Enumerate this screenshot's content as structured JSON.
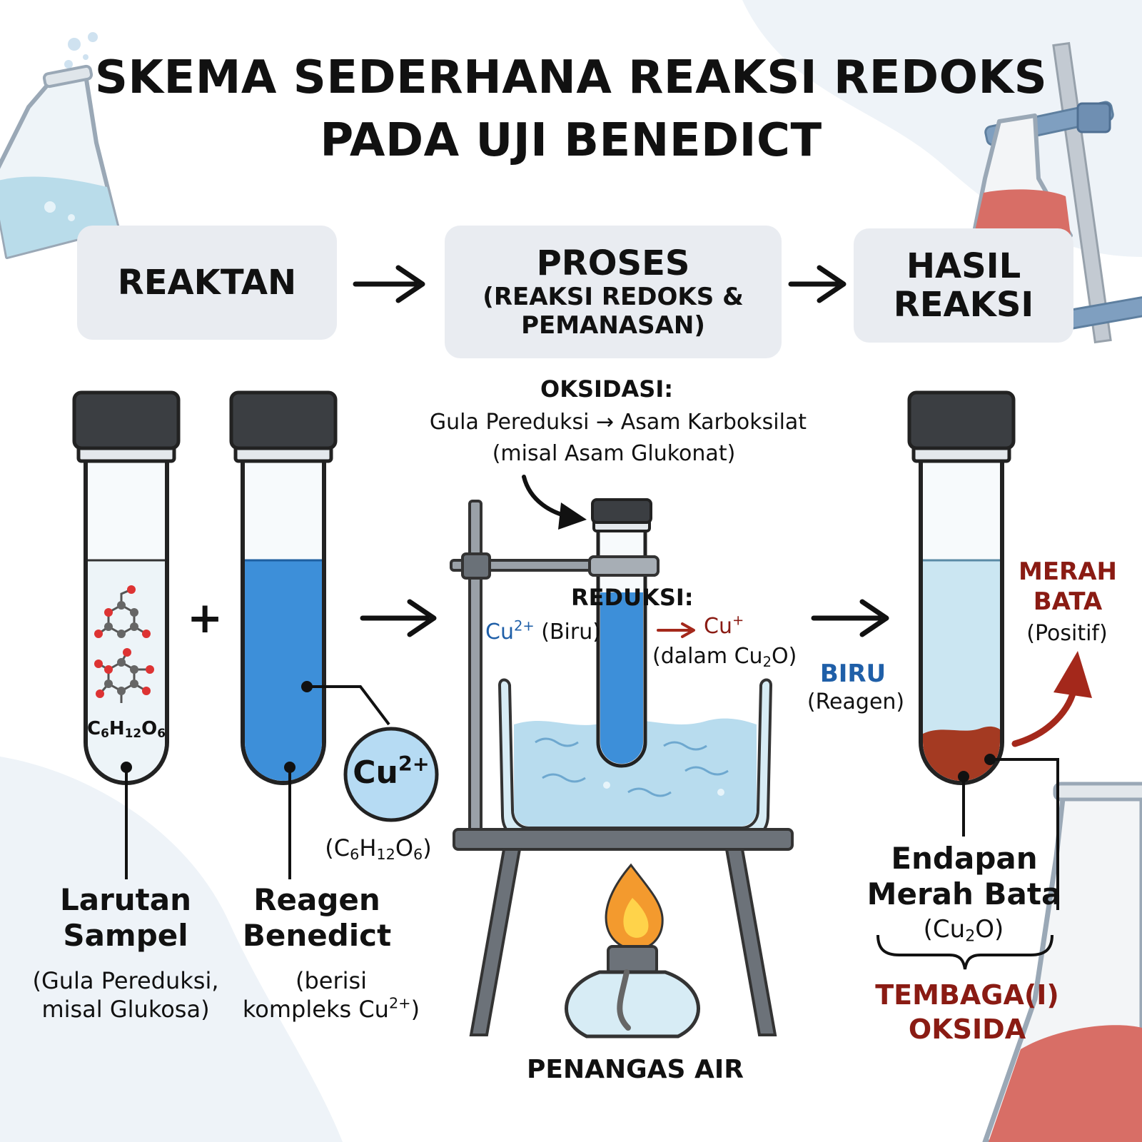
{
  "title": {
    "line1": "SKEMA SEDERHANA REAKSI REDOKS",
    "line2": "PADA UJI BENEDICT"
  },
  "flow": {
    "reaktan": "REAKTAN",
    "proses": "PROSES",
    "proses_detail_1": "(REAKSI REDOKS &",
    "proses_detail_2": "PEMANASAN)",
    "hasil_1": "HASIL",
    "hasil_2": "REAKSI"
  },
  "sample": {
    "formula_c": "C",
    "formula_c_n": "6",
    "formula_h": "H",
    "formula_h_n": "12",
    "formula_o": "O",
    "formula_o_n": "6",
    "name_1": "Larutan",
    "name_2": "Sampel",
    "desc_1": "(Gula Pereduksi,",
    "desc_2": "misal Glukosa)"
  },
  "reagent": {
    "plus": "+",
    "ion": "Cu",
    "ion_charge": "2+",
    "formula_open": "(C",
    "formula_c_n": "6",
    "formula_h": "H",
    "formula_h_n": "12",
    "formula_o": "O",
    "formula_o_n": "6",
    "formula_close": ")",
    "name_1": "Reagen",
    "name_2": "Benedict",
    "desc_1": "(berisi",
    "desc_2": "kompleks Cu",
    "desc_2_charge": "2+",
    "desc_2_close": ")"
  },
  "process": {
    "oxidation_head": "OKSIDASI:",
    "oxidation_left": "Gula Pereduksi",
    "oxidation_arrow": "→",
    "oxidation_right": "Asam Karboksilat",
    "oxidation_example": "(misal Asam Glukonat)",
    "reduction_head": "REDUKSI:",
    "reduction_from": "Cu",
    "reduction_from_charge": "2+",
    "reduction_from_label": "(Biru)",
    "reduction_arrow": "→",
    "reduction_to": "Cu",
    "reduction_to_charge": "+",
    "reduction_to_detail_open": "(dalam Cu",
    "reduction_to_detail_n": "2",
    "reduction_to_detail_close": "O)",
    "bath_label": "PENANGAS AIR"
  },
  "result": {
    "blue_label": "BIRU",
    "blue_desc": "(Reagen)",
    "red_label_1": "MERAH",
    "red_label_2": "BATA",
    "red_desc": "(Positif)",
    "precipitate_1": "Endapan",
    "precipitate_2": "Merah Bata",
    "precipitate_formula_open": "(Cu",
    "precipitate_formula_n": "2",
    "precipitate_formula_close": "O)",
    "compound_1": "TEMBAGA(I)",
    "compound_2": "OKSIDA"
  },
  "colors": {
    "reagent_blue": "#3d8fd9",
    "result_light_blue": "#cbe6f2",
    "precipitate_red": "#a43a22",
    "label_blue": "#1f5fa8",
    "label_red": "#8a1b13"
  }
}
